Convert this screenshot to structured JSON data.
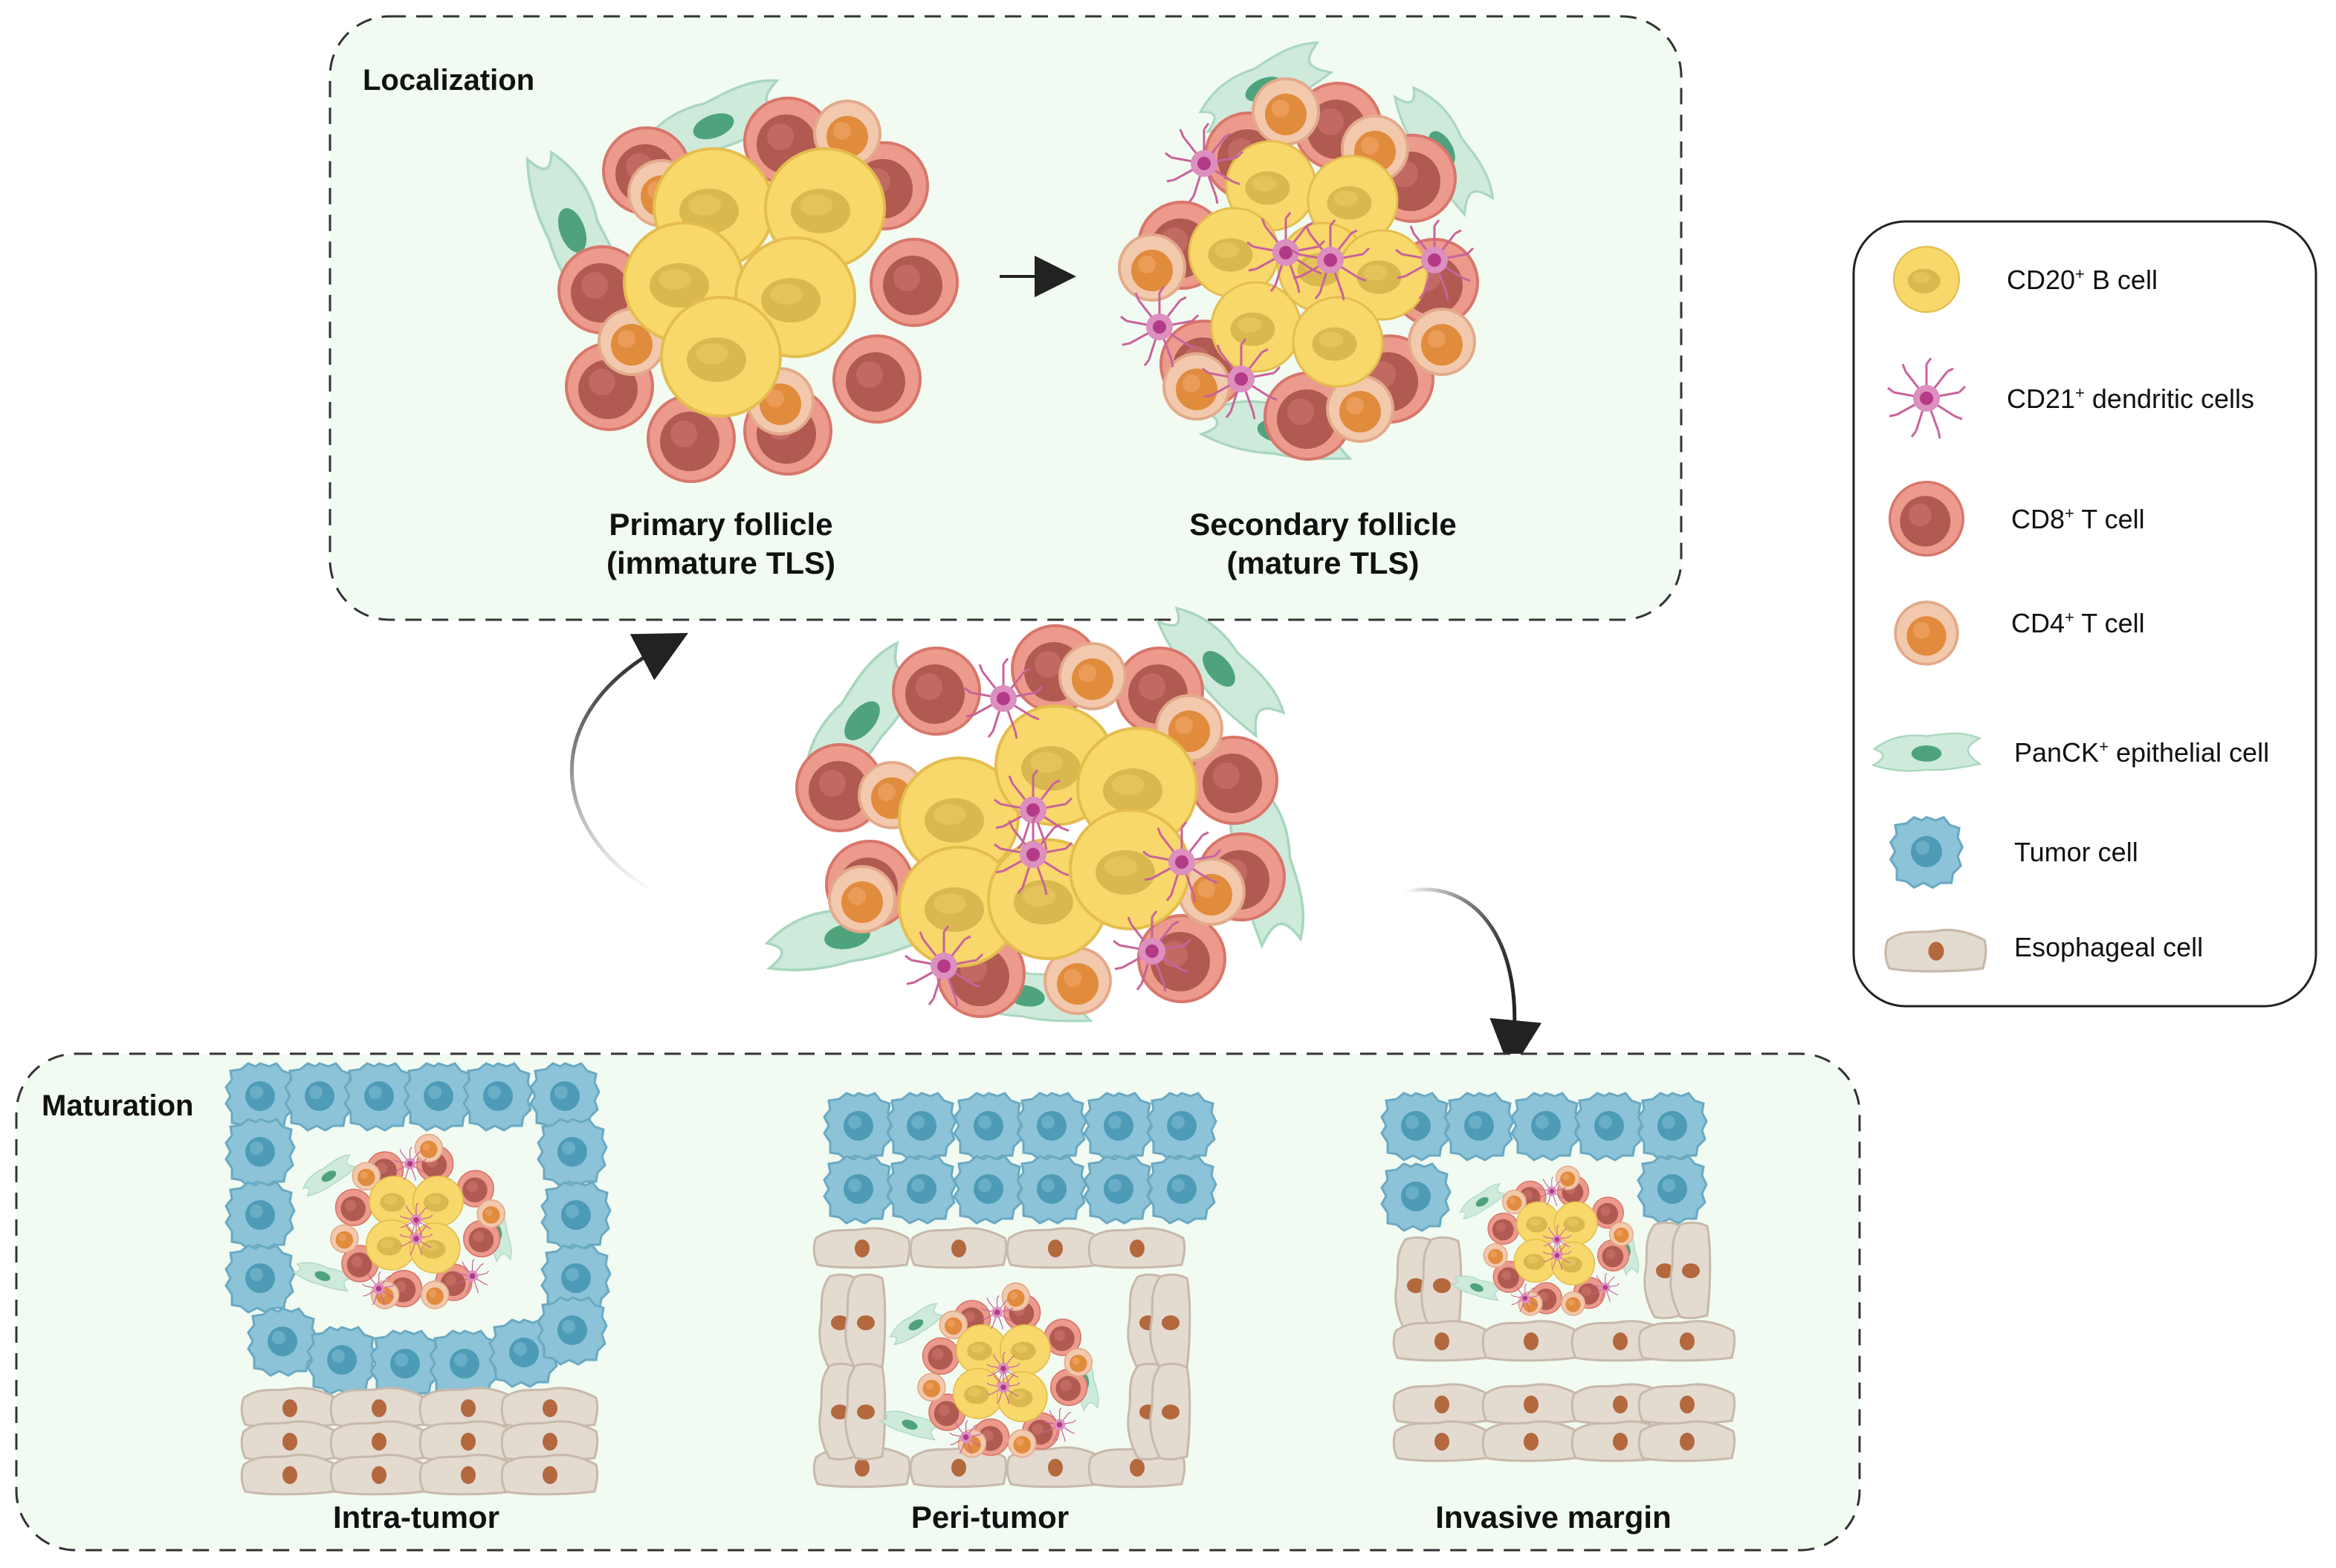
{
  "localization_panel": {
    "title": "Localization",
    "primary_caption": [
      "Primary follicle",
      "(immature TLS)"
    ],
    "secondary_caption": [
      "Secondary follicle",
      "(mature TLS)"
    ]
  },
  "maturation_panel": {
    "title": "Maturation",
    "locations": [
      "Intra-tumor",
      "Peri-tumor",
      "Invasive margin"
    ]
  },
  "legend": {
    "items": [
      {
        "icon": "b-cell-icon",
        "name": "CD20",
        "sup": "+",
        "rest": " B cell"
      },
      {
        "icon": "dendritic-cell-icon",
        "name": "CD21",
        "sup": "+",
        "rest": " dendritic cells"
      },
      {
        "icon": "cd8-t-cell-icon",
        "name": "CD8",
        "sup": "+",
        "rest": " T cell"
      },
      {
        "icon": "cd4-t-cell-icon",
        "name": "CD4",
        "sup": "+",
        "rest": " T cell"
      },
      {
        "icon": "epithelial-cell-icon",
        "name": "PanCK",
        "sup": "+",
        "rest": " epithelial cell"
      },
      {
        "icon": "tumor-cell-icon",
        "name": "Tumor cell",
        "sup": "",
        "rest": ""
      },
      {
        "icon": "esophageal-cell-icon",
        "name": "Esophageal cell",
        "sup": "",
        "rest": ""
      }
    ]
  },
  "colors": {
    "panel_fill": "#f1fbf1",
    "b_cell": "#f8d86a",
    "t_cell_cd8": "#e9857a",
    "t_cell_cd4": "#e8a060",
    "dendritic": "#c9639a",
    "epithelial": "#bfe3d1",
    "tumor": "#8cc3d8",
    "esophageal": "#ddd3c9"
  }
}
